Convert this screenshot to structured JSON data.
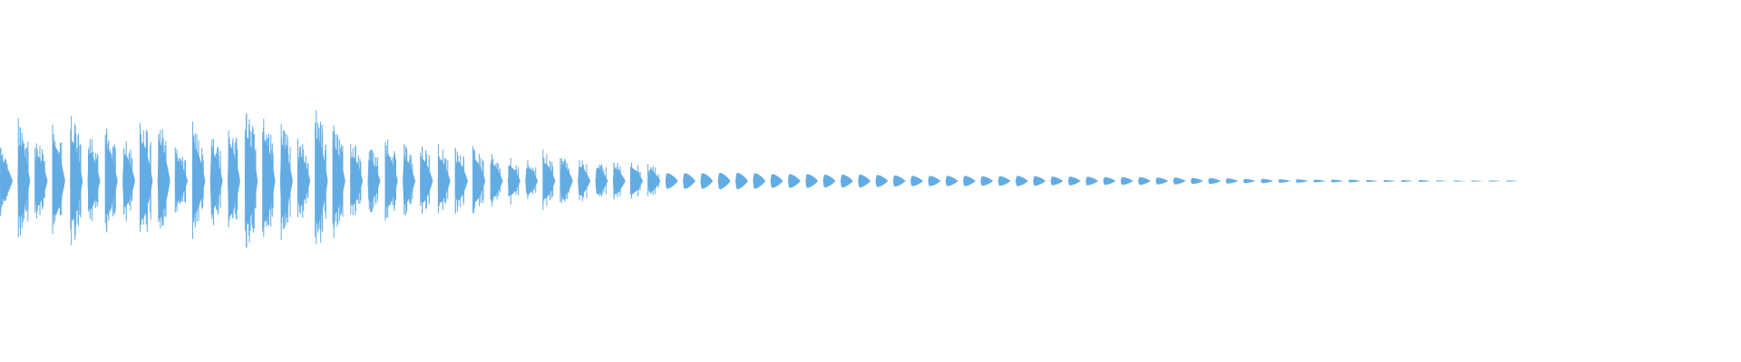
{
  "waveform": {
    "color": "#63ace3",
    "background": "#ffffff",
    "pulses": [
      0.45,
      0.86,
      0.59,
      0.81,
      0.92,
      0.67,
      0.75,
      0.6,
      0.89,
      0.87,
      0.48,
      0.77,
      0.67,
      0.82,
      1.0,
      0.94,
      0.84,
      0.6,
      1.0,
      0.77,
      0.57,
      0.49,
      0.61,
      0.53,
      0.51,
      0.51,
      0.47,
      0.49,
      0.39,
      0.34,
      0.31,
      0.41,
      0.39,
      0.33,
      0.31,
      0.29,
      0.29,
      0.26,
      0.18,
      0.18,
      0.18,
      0.19,
      0.19,
      0.18,
      0.16,
      0.16,
      0.16,
      0.15,
      0.15,
      0.15,
      0.14,
      0.13,
      0.12,
      0.12,
      0.12,
      0.12,
      0.11,
      0.11,
      0.12,
      0.11,
      0.1,
      0.1,
      0.1,
      0.09,
      0.09,
      0.09,
      0.08,
      0.08,
      0.07,
      0.07,
      0.06,
      0.05,
      0.05,
      0.04,
      0.04,
      0.03,
      0.03,
      0.03,
      0.02,
      0.02,
      0.02,
      0.02,
      0.01,
      0.01,
      0.01,
      0.01,
      0.005
    ]
  }
}
